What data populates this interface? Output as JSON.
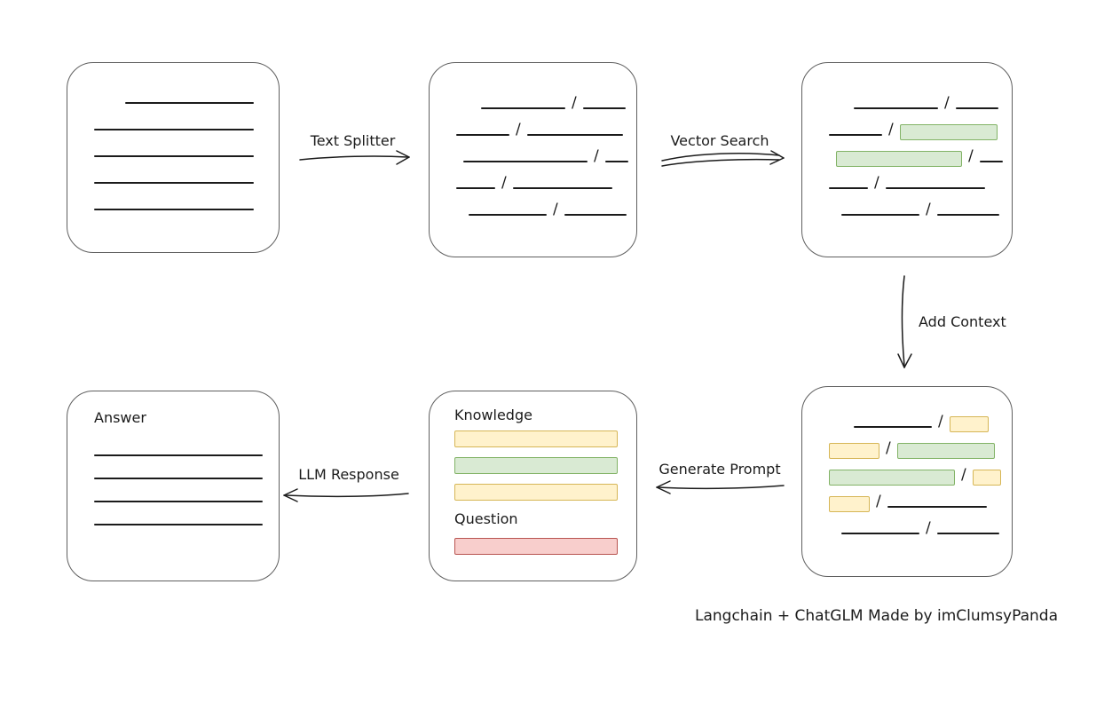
{
  "arrows": {
    "text_splitter": "Text Splitter",
    "vector_search": "Vector Search",
    "add_context": "Add Context",
    "generate_prompt": "Generate Prompt",
    "llm_response": "LLM Response"
  },
  "prompt": {
    "knowledge_label": "Knowledge",
    "question_label": "Question",
    "knowledge_chunks": [
      "yellow",
      "green",
      "yellow"
    ],
    "question_chunks": [
      "red"
    ]
  },
  "answer": {
    "label": "Answer"
  },
  "footer": {
    "credit": "Langchain + ChatGLM Made by imClumsyPanda"
  },
  "misc": {
    "slash": "/"
  },
  "colors": {
    "line": "#1b1b1b",
    "box_border": "#5f5f5f",
    "green_fill": "#d9ead3",
    "green_stroke": "#82b366",
    "yellow_fill": "#fff2cc",
    "yellow_stroke": "#d6b656",
    "red_fill": "#f8cecc",
    "red_stroke": "#b85450"
  },
  "chunks": {
    "document": [
      {
        "indent": 35,
        "segs": [
          {
            "t": "line",
            "w": 145
          }
        ]
      },
      {
        "indent": 0,
        "segs": [
          {
            "t": "line",
            "w": 180
          }
        ]
      },
      {
        "indent": 0,
        "segs": [
          {
            "t": "line",
            "w": 180
          }
        ]
      },
      {
        "indent": 0,
        "segs": [
          {
            "t": "line",
            "w": 180
          }
        ]
      },
      {
        "indent": 0,
        "segs": [
          {
            "t": "line",
            "w": 180
          }
        ]
      }
    ],
    "split_text": [
      {
        "indent": 28,
        "segs": [
          {
            "t": "line",
            "w": 95
          },
          {
            "t": "slash"
          },
          {
            "t": "line",
            "w": 48
          }
        ]
      },
      {
        "indent": 0,
        "segs": [
          {
            "t": "line",
            "w": 60
          },
          {
            "t": "slash"
          },
          {
            "t": "line",
            "w": 108
          }
        ]
      },
      {
        "indent": 8,
        "segs": [
          {
            "t": "line",
            "w": 140
          },
          {
            "t": "slash"
          },
          {
            "t": "line",
            "w": 26
          }
        ]
      },
      {
        "indent": 0,
        "segs": [
          {
            "t": "line",
            "w": 44
          },
          {
            "t": "slash"
          },
          {
            "t": "line",
            "w": 112
          }
        ]
      },
      {
        "indent": 14,
        "segs": [
          {
            "t": "line",
            "w": 88
          },
          {
            "t": "slash"
          },
          {
            "t": "line",
            "w": 70
          }
        ]
      }
    ],
    "vector_matched": [
      {
        "indent": 28,
        "segs": [
          {
            "t": "line",
            "w": 95
          },
          {
            "t": "slash"
          },
          {
            "t": "line",
            "w": 48
          }
        ]
      },
      {
        "indent": 0,
        "segs": [
          {
            "t": "line",
            "w": 60
          },
          {
            "t": "slash"
          },
          {
            "t": "green",
            "w": 108
          }
        ]
      },
      {
        "indent": 8,
        "segs": [
          {
            "t": "green",
            "w": 140
          },
          {
            "t": "slash"
          },
          {
            "t": "line",
            "w": 26
          }
        ]
      },
      {
        "indent": 0,
        "segs": [
          {
            "t": "line",
            "w": 44
          },
          {
            "t": "slash"
          },
          {
            "t": "line",
            "w": 112
          }
        ]
      },
      {
        "indent": 14,
        "segs": [
          {
            "t": "line",
            "w": 88
          },
          {
            "t": "slash"
          },
          {
            "t": "line",
            "w": 70
          }
        ]
      }
    ],
    "context_added": [
      {
        "indent": 28,
        "segs": [
          {
            "t": "line",
            "w": 88
          },
          {
            "t": "slash"
          },
          {
            "t": "yellow",
            "w": 42
          }
        ]
      },
      {
        "indent": 0,
        "segs": [
          {
            "t": "yellow",
            "w": 55
          },
          {
            "t": "slash"
          },
          {
            "t": "green",
            "w": 108
          }
        ]
      },
      {
        "indent": 0,
        "segs": [
          {
            "t": "green",
            "w": 140
          },
          {
            "t": "slash"
          },
          {
            "t": "yellow",
            "w": 30
          }
        ]
      },
      {
        "indent": 0,
        "segs": [
          {
            "t": "yellow",
            "w": 44
          },
          {
            "t": "slash"
          },
          {
            "t": "line",
            "w": 112
          }
        ]
      },
      {
        "indent": 14,
        "segs": [
          {
            "t": "line",
            "w": 88
          },
          {
            "t": "slash"
          },
          {
            "t": "line",
            "w": 70
          }
        ]
      }
    ],
    "answer_lines": [
      {
        "indent": 0,
        "segs": [
          {
            "t": "line",
            "w": 190
          }
        ]
      },
      {
        "indent": 0,
        "segs": [
          {
            "t": "line",
            "w": 190
          }
        ]
      },
      {
        "indent": 0,
        "segs": [
          {
            "t": "line",
            "w": 190
          }
        ]
      },
      {
        "indent": 0,
        "segs": [
          {
            "t": "line",
            "w": 190
          }
        ]
      }
    ]
  }
}
